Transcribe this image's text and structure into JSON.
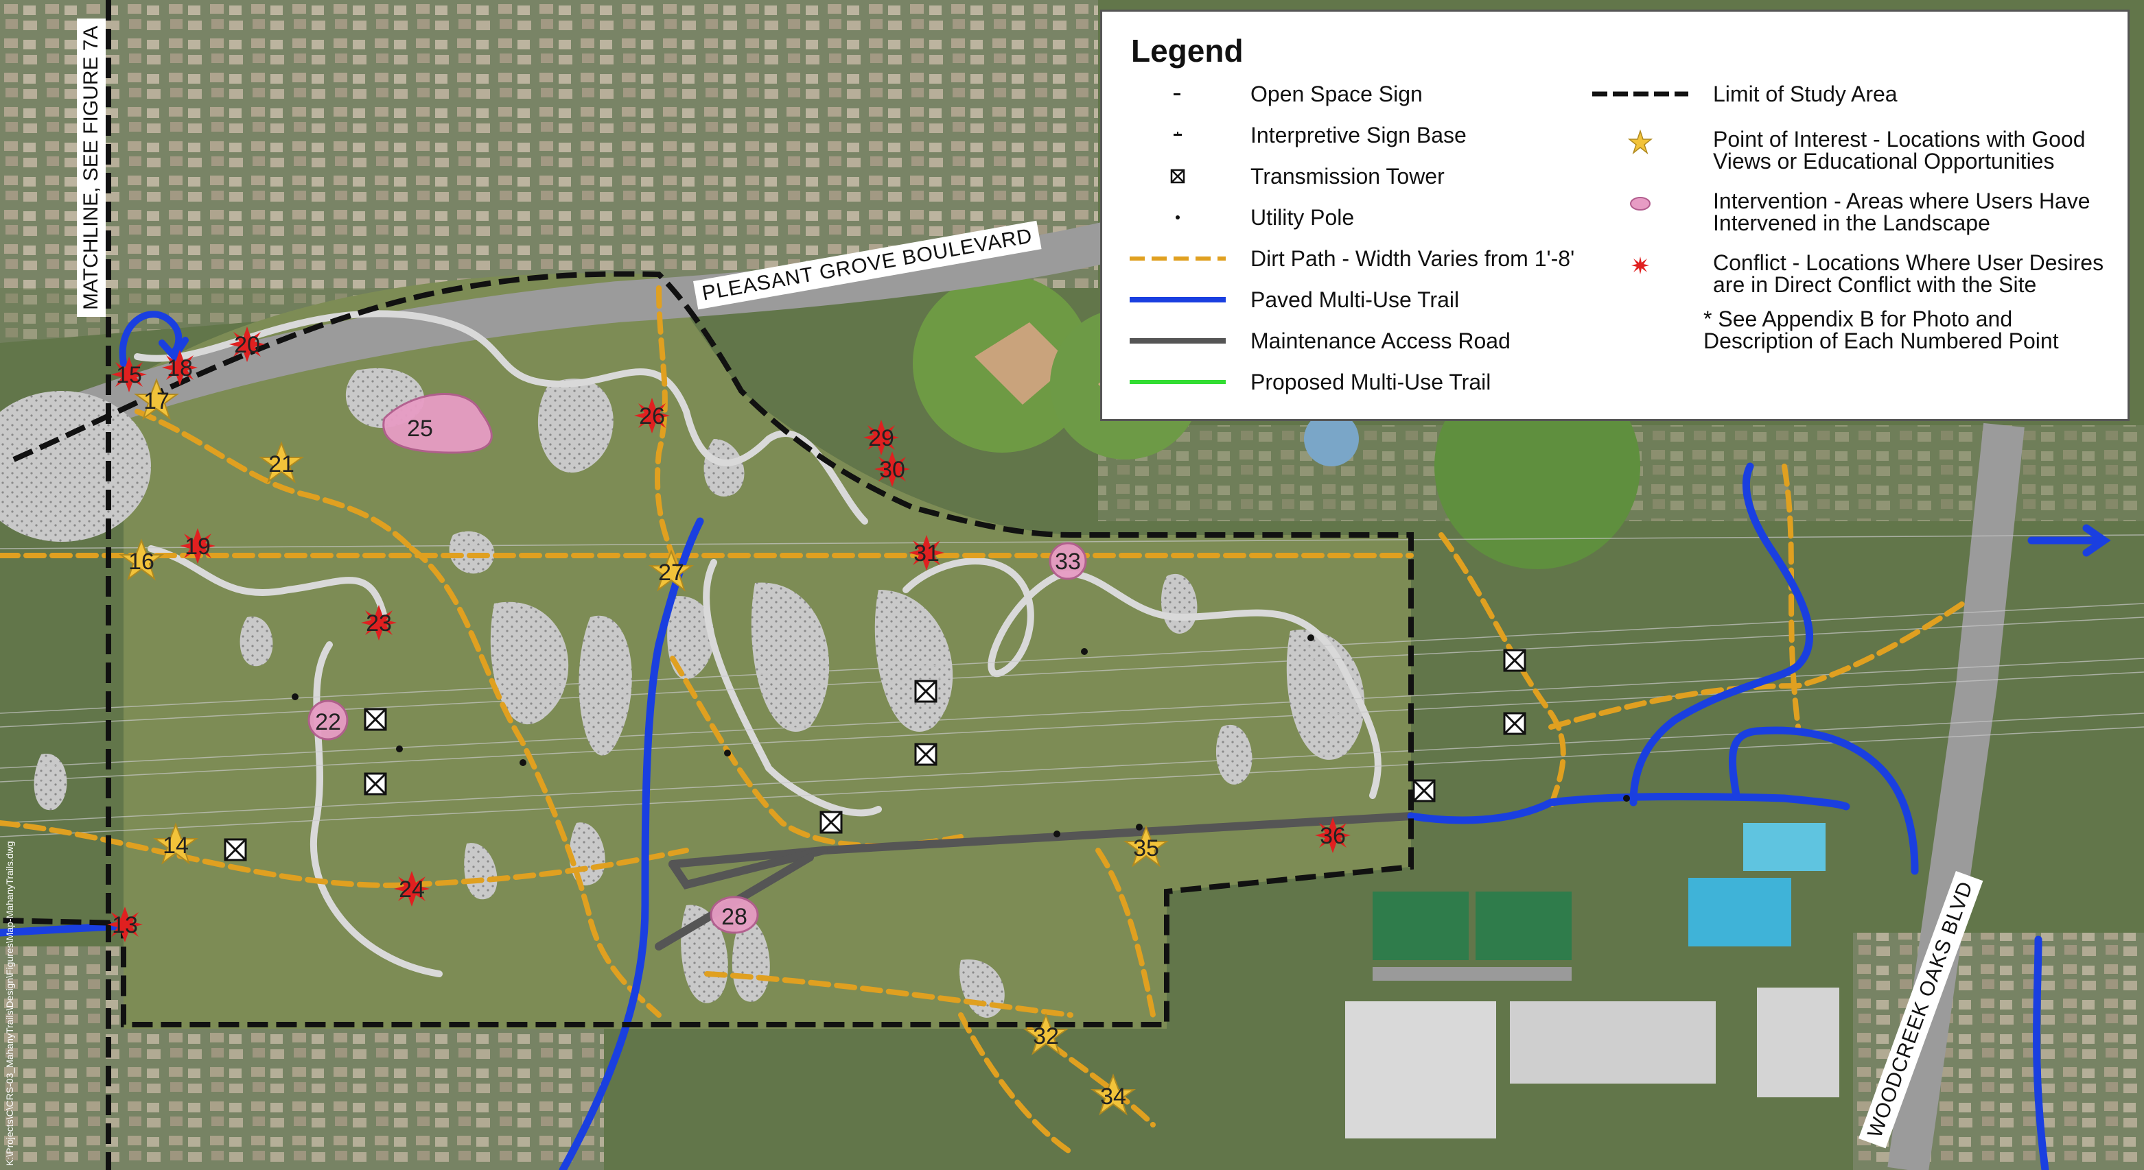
{
  "legend": {
    "title": "Legend",
    "items_left": [
      {
        "label": "Open Space Sign",
        "symbol": "open-space-sign"
      },
      {
        "label": "Interpretive Sign Base",
        "symbol": "interpretive-sign"
      },
      {
        "label": "Transmission Tower",
        "symbol": "transmission-tower"
      },
      {
        "label": "Utility Pole",
        "symbol": "utility-pole"
      },
      {
        "label": "Dirt Path - Width Varies from 1'-8'",
        "symbol": "dirt-path",
        "color": "#e0a020"
      },
      {
        "label": "Paved Multi-Use Trail",
        "symbol": "paved-trail",
        "color": "#1a3fe0"
      },
      {
        "label": "Maintenance Access Road",
        "symbol": "maintenance-road",
        "color": "#555555"
      },
      {
        "label": "Proposed Multi-Use Trail",
        "symbol": "proposed-trail",
        "color": "#33dd33"
      }
    ],
    "items_right": [
      {
        "label": "Limit of Study Area",
        "symbol": "study-limit"
      },
      {
        "label": "Point of Interest - Locations with Good\nViews or Educational Opportunities",
        "symbol": "poi-star",
        "color": "#f2c33a"
      },
      {
        "label": "Intervention - Areas where Users Have\nIntervened in the Landscape",
        "symbol": "intervention",
        "color": "#e79cc4"
      },
      {
        "label": "Conflict - Locations Where User Desires\nare in Direct Conflict with the Site",
        "symbol": "conflict",
        "color": "#e02020"
      }
    ],
    "note": "* See Appendix B for Photo and\nDescription of Each Numbered Point"
  },
  "labels": {
    "matchline": "MATCHLINE, SEE FIGURE 7A",
    "pleasant_grove": "PLEASANT GROVE BOULEVARD",
    "woodcreek": "WOODCREEK OAKS BLVD",
    "filepath": "K:\\Projects\\C\\CRS-03_MahanyTrails\\Design\\Figures\\Map-MahanyTrails.dwg"
  },
  "points": {
    "conflict": [
      "15",
      "18",
      "20",
      "26",
      "29",
      "30",
      "19",
      "31",
      "23",
      "24",
      "13",
      "36"
    ],
    "interest": [
      "17",
      "21",
      "16",
      "27",
      "14",
      "35",
      "32",
      "34"
    ],
    "intervention": [
      "25",
      "22",
      "33",
      "28"
    ]
  }
}
